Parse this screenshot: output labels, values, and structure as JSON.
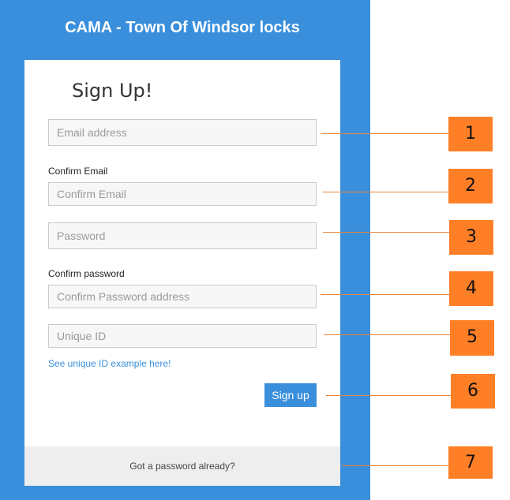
{
  "header": {
    "title": "CAMA - Town Of Windsor locks"
  },
  "form": {
    "title": "Sign Up!",
    "email_placeholder": "Email address",
    "confirm_email_label": "Confirm Email",
    "confirm_email_placeholder": "Confirm Email",
    "password_placeholder": "Password",
    "confirm_password_label": "Confirm password",
    "confirm_password_placeholder": "Confirm Password address",
    "unique_id_placeholder": "Unique ID",
    "unique_id_link": "See unique ID example here!",
    "signup_label": "Sign up",
    "footer_text": "Got a password already?"
  },
  "annotations": {
    "markers": [
      "1",
      "2",
      "3",
      "4",
      "5",
      "6",
      "7"
    ],
    "colors": {
      "marker": "#ff7f27",
      "line": "#e8853a",
      "panel": "#3a8fdc"
    }
  }
}
